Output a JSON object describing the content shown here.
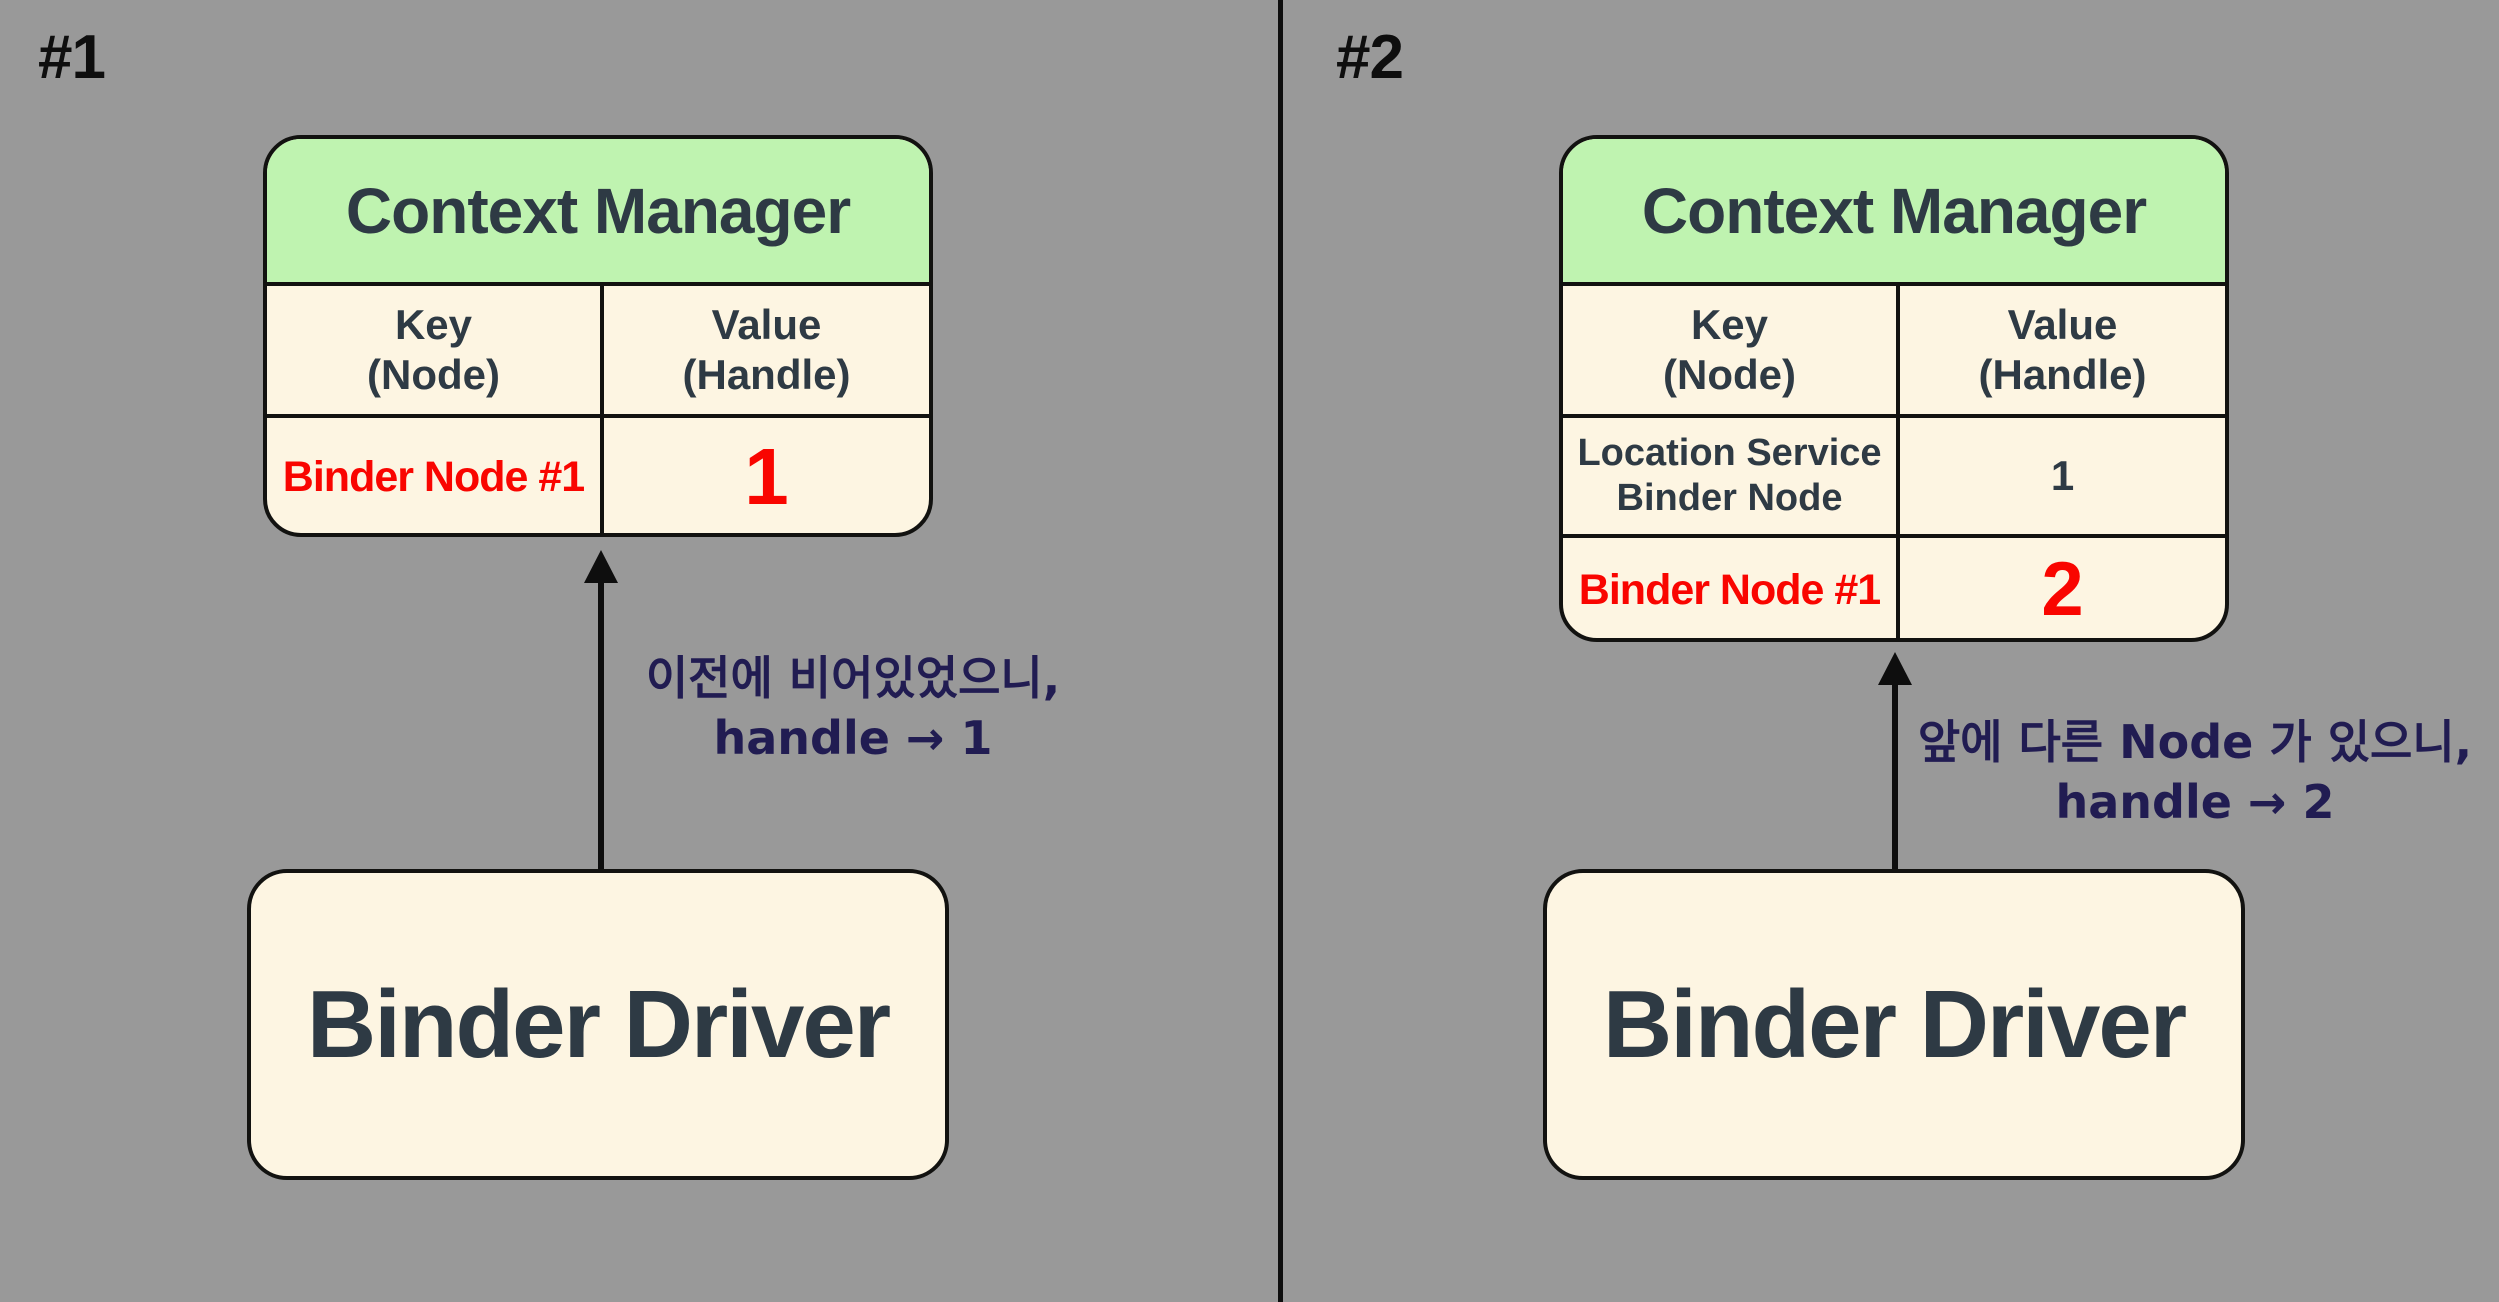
{
  "colors": {
    "background": "#999999",
    "line_black": "#0e0e0e",
    "header_green": "#bff3b0",
    "cell_cream": "#fdf5e2",
    "text_dark_slate": "#2e3a44",
    "text_red": "#f90500",
    "text_navy": "#211c52"
  },
  "panels": [
    {
      "label": "#1",
      "table": {
        "title": "Context Manager",
        "col1": {
          "line1": "Key",
          "line2": "(Node)"
        },
        "col2": {
          "line1": "Value",
          "line2": "(Handle)"
        },
        "rows": [
          {
            "key": "Binder Node #1",
            "value": "1"
          }
        ]
      },
      "annotation": {
        "line1": "이전에 비어있었으니,",
        "line2": "handle → 1"
      },
      "driver": "Binder Driver"
    },
    {
      "label": "#2",
      "table": {
        "title": "Context Manager",
        "col1": {
          "line1": "Key",
          "line2": "(Node)"
        },
        "col2": {
          "line1": "Value",
          "line2": "(Handle)"
        },
        "rows": [
          {
            "key": "Location Service Binder Node",
            "value": "1"
          },
          {
            "key": "Binder Node #1",
            "value": "2"
          }
        ]
      },
      "annotation": {
        "line1": "앞에 다른 Node 가 있으니,",
        "line2": "handle → 2"
      },
      "driver": "Binder Driver"
    }
  ]
}
